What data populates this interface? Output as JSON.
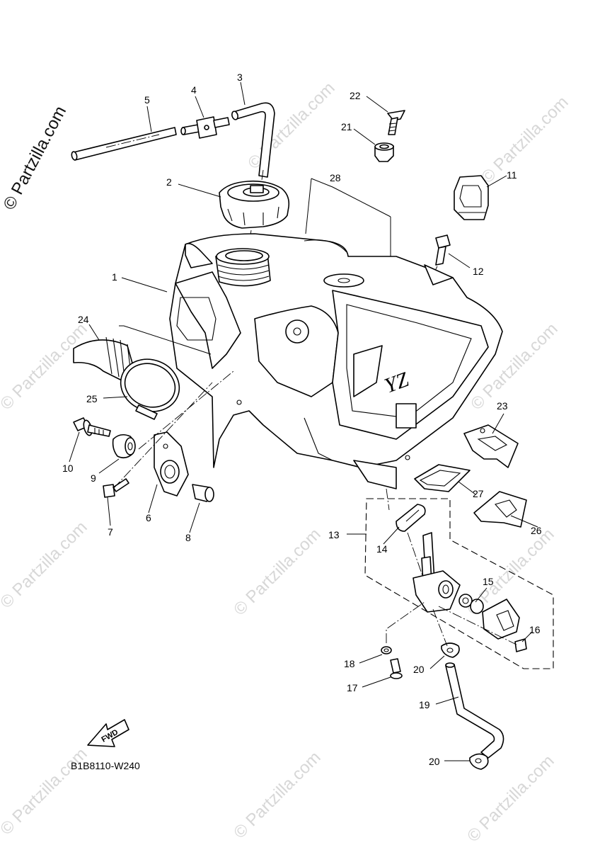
{
  "watermark": {
    "main": "© Partzilla.com",
    "repeat": "© Partzilla.com"
  },
  "diagram_code": "B1B8110-W240",
  "fwd_label": "FWD",
  "decal_text": "YZ",
  "callouts": [
    "1",
    "2",
    "3",
    "4",
    "5",
    "6",
    "7",
    "8",
    "9",
    "10",
    "11",
    "12",
    "13",
    "14",
    "15",
    "16",
    "17",
    "18",
    "19",
    "20",
    "20",
    "21",
    "22",
    "23",
    "24",
    "25",
    "26",
    "27",
    "28"
  ]
}
